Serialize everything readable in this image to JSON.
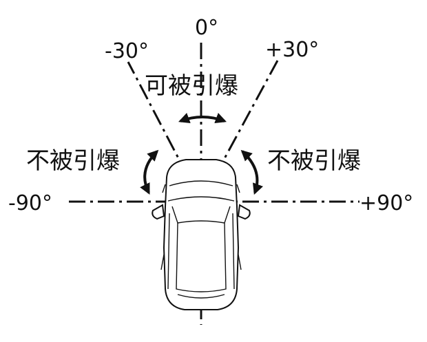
{
  "labels": {
    "angle_0": "0°",
    "angle_minus30": "-30°",
    "angle_plus30": "+30°",
    "angle_minus90": "-90°",
    "angle_plus90": "+90°"
  },
  "zones": {
    "front": "可被引爆",
    "left": "不被引爆",
    "right": "不被引爆"
  },
  "colors": {
    "line": "#111111",
    "background": "#ffffff"
  }
}
